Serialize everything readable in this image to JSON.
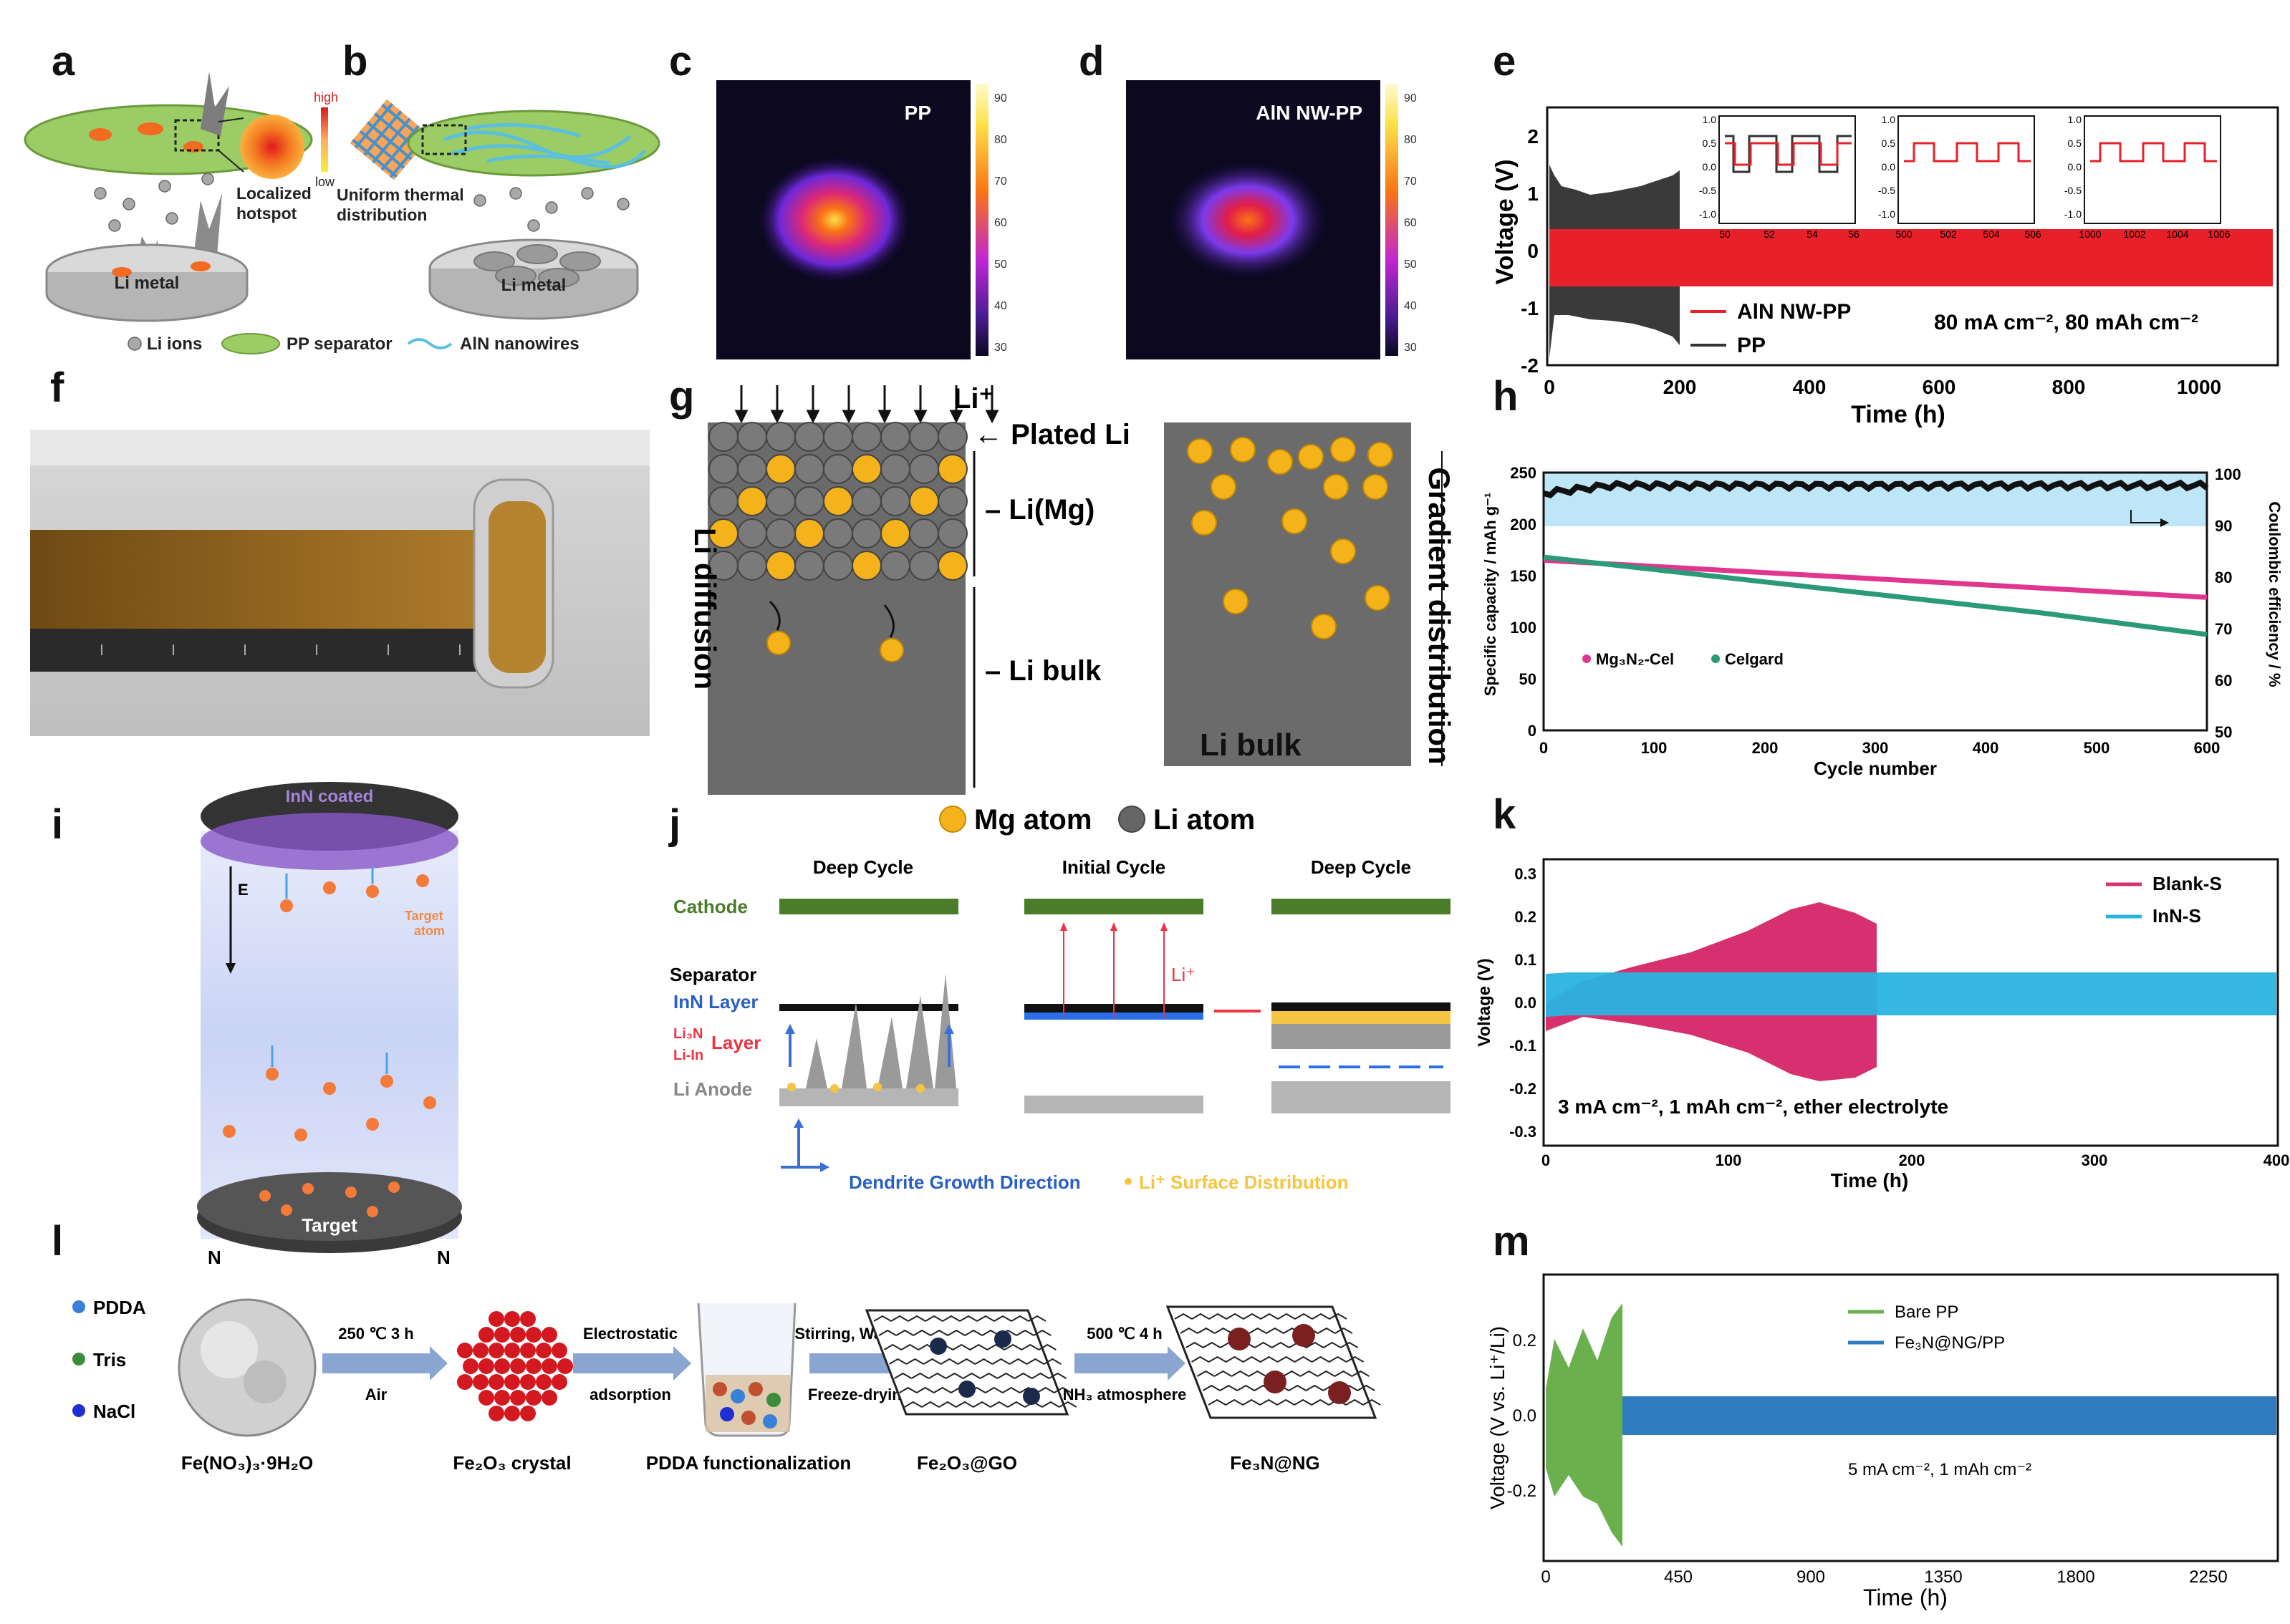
{
  "panel_labels": [
    "a",
    "b",
    "c",
    "d",
    "e",
    "f",
    "g",
    "h",
    "i",
    "j",
    "k",
    "l",
    "m"
  ],
  "panel_a": {
    "localized_hotspot": "Localized hotspot",
    "li_metal": "Li metal"
  },
  "panel_b": {
    "scale_high": "high",
    "scale_low": "low",
    "uniform_thermal": "Uniform thermal distribution",
    "li_metal": "Li metal"
  },
  "legend_ab": {
    "li_ions": "Li ions",
    "pp_separator": "PP separator",
    "aln_nanowires": "AlN nanowires"
  },
  "panel_c": {
    "title": "PP",
    "colorbar_ticks": [
      "90",
      "80",
      "70",
      "60",
      "50",
      "40",
      "30"
    ]
  },
  "panel_d": {
    "title": "AlN NW-PP",
    "colorbar_ticks": [
      "90",
      "80",
      "70",
      "60",
      "50",
      "40",
      "30"
    ]
  },
  "panel_e": {
    "ylabel": "Voltage (V)",
    "xlabel": "Time (h)",
    "y_ticks": [
      "2",
      "1",
      "0",
      "-1",
      "-2"
    ],
    "x_ticks": [
      "0",
      "200",
      "400",
      "600",
      "800",
      "1000"
    ],
    "legend": [
      "AlN NW-PP",
      "PP"
    ],
    "condition": "80 mA cm⁻², 80 mAh cm⁻²",
    "insets": [
      {
        "x_ticks": [
          "50",
          "52",
          "54",
          "56"
        ],
        "y_ticks": [
          "1.0",
          "0.5",
          "0.0",
          "-0.5",
          "-1.0"
        ]
      },
      {
        "x_ticks": [
          "500",
          "502",
          "504",
          "506"
        ],
        "y_ticks": [
          "1.0",
          "0.5",
          "0.0",
          "-0.5",
          "-1.0"
        ]
      },
      {
        "x_ticks": [
          "1000",
          "1002",
          "1004",
          "1006"
        ],
        "y_ticks": [
          "1.0",
          "0.5",
          "0.0",
          "-0.5",
          "-1.0"
        ]
      }
    ],
    "colors": {
      "aln": "#e8202a",
      "pp": "#333333"
    }
  },
  "panel_g": {
    "li_plus": "Li⁺",
    "plated_li": "Plated Li",
    "li_mg": "Li(Mg)",
    "li_bulk": "Li bulk",
    "li_diffusion": "Li diffusion",
    "gradient_distribution": "Gradient distribution",
    "li_bulk_right": "Li bulk",
    "legend_mg": "Mg atom",
    "legend_li": "Li atom"
  },
  "panel_h": {
    "ylabel_left": "Specific capacity / mAh g⁻¹",
    "ylabel_right": "Coulombic efficiency / %",
    "xlabel": "Cycle number",
    "y_ticks_left": [
      "250",
      "200",
      "150",
      "100",
      "50",
      "0"
    ],
    "y_ticks_right": [
      "100",
      "90",
      "80",
      "70",
      "60",
      "50"
    ],
    "x_ticks": [
      "0",
      "100",
      "200",
      "300",
      "400",
      "500",
      "600"
    ],
    "legend": [
      "Mg₃N₂-Cel",
      "Celgard"
    ],
    "colors": {
      "mg": "#e0368f",
      "celgard": "#2a9a78",
      "ce": "#111111",
      "band": "#bfe6f7"
    }
  },
  "panel_i": {
    "inn_coated": "InN coated",
    "e_field": "E",
    "target_atom": "Target atom",
    "target": "Target",
    "n_left": "N",
    "n_right": "N"
  },
  "panel_j": {
    "deep_cycle_left": "Deep Cycle",
    "initial_cycle": "Initial Cycle",
    "deep_cycle_right": "Deep Cycle",
    "cathode": "Cathode",
    "separator": "Separator",
    "inn_layer": "InN Layer",
    "li3n_liin": "Li₃N",
    "liin": "Li-In",
    "layer": "Layer",
    "li_anode": "Li Anode",
    "li_plus": "Li⁺",
    "dendrite_dir": "Dendrite Growth Direction",
    "surface_dist": "Li⁺ Surface Distribution"
  },
  "panel_k": {
    "ylabel": "Voltage (V)",
    "xlabel": "Time (h)",
    "y_ticks": [
      "0.3",
      "0.2",
      "0.1",
      "0.0",
      "-0.1",
      "-0.2",
      "-0.3"
    ],
    "x_ticks": [
      "0",
      "100",
      "200",
      "300",
      "400"
    ],
    "legend": [
      "Blank-S",
      "InN-S"
    ],
    "condition": "3 mA cm⁻², 1 mAh cm⁻², ether electrolyte",
    "colors": {
      "blank": "#d6306e",
      "inn": "#29b4e0"
    }
  },
  "panel_l": {
    "legend": [
      "PDDA",
      "Tris",
      "NaCl"
    ],
    "step1_top": "250 ℃ 3 h",
    "step1_bottom": "Air",
    "step2_top": "Electrostatic",
    "step2_bottom": "adsorption",
    "step3_top": "Stirring, Washing",
    "step3_bottom": "Freeze-drying",
    "step4_top": "500 ℃ 4 h",
    "step4_bottom": "NH₃ atmosphere",
    "fe_no3": "Fe(NO₃)₃·9H₂O",
    "fe2o3": "Fe₂O₃ crystal",
    "pdda_func": "PDDA functionalization",
    "fe2o3_go": "Fe₂O₃@GO",
    "fe3n_ng": "Fe₃N@NG"
  },
  "panel_m": {
    "ylabel": "Voltage (V vs. Li⁺/Li)",
    "xlabel": "Time (h)",
    "y_ticks": [
      "0.2",
      "0.0",
      "-0.2"
    ],
    "x_ticks": [
      "0",
      "450",
      "900",
      "1350",
      "1800",
      "2250"
    ],
    "legend": [
      "Bare PP",
      "Fe₃N@NG/PP"
    ],
    "condition": "5 mA cm⁻², 1 mAh cm⁻²",
    "colors": {
      "bare": "#6ab04c",
      "fe3n": "#2f7bbf"
    }
  }
}
